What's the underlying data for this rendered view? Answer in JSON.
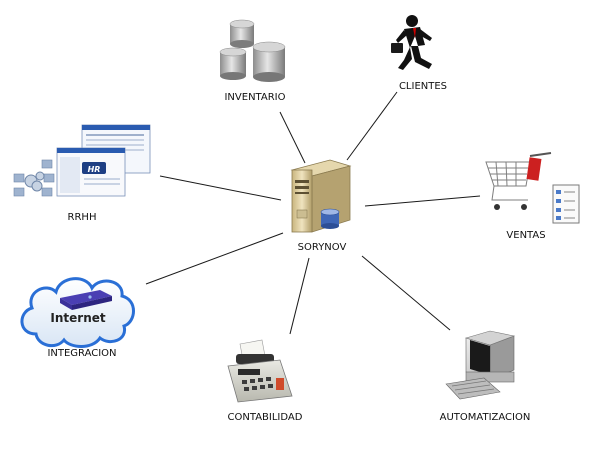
{
  "diagram": {
    "center": {
      "label": "SORYNOV",
      "icon": "server-icon"
    },
    "nodes": [
      {
        "id": "inventario",
        "label": "INVENTARIO",
        "icon": "database-cylinders-icon"
      },
      {
        "id": "clientes",
        "label": "CLIENTES",
        "icon": "running-businessman-icon"
      },
      {
        "id": "rrhh",
        "label": "RRHH",
        "icon": "hr-software-windows-icon"
      },
      {
        "id": "ventas",
        "label": "VENTAS",
        "icon": "shopping-cart-checklist-icon"
      },
      {
        "id": "integracion",
        "label": "INTEGRACION",
        "icon": "internet-cloud-icon",
        "badge": "Internet"
      },
      {
        "id": "contabilidad",
        "label": "CONTABILIDAD",
        "icon": "adding-machine-icon"
      },
      {
        "id": "automatizacion",
        "label": "AUTOMATIZACION",
        "icon": "desktop-computer-icon"
      }
    ],
    "rrhh_window_badge": "HR"
  }
}
